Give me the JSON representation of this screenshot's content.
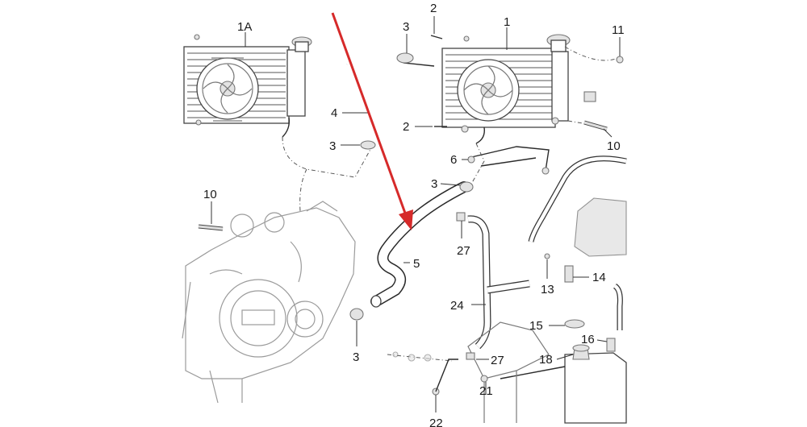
{
  "diagram": {
    "callouts": {
      "c_1A": "1A",
      "c_1": "1",
      "c_2_top": "2",
      "c_2_mid": "2",
      "c_3_top": "3",
      "c_3_left": "3",
      "c_3_mid": "3",
      "c_3_bottom": "3",
      "c_4": "4",
      "c_5": "5",
      "c_6": "6",
      "c_10_left": "10",
      "c_10_right": "10",
      "c_11": "11",
      "c_13": "13",
      "c_14": "14",
      "c_15": "15",
      "c_16": "16",
      "c_18": "18",
      "c_21": "21",
      "c_22": "22",
      "c_24": "24",
      "c_27_top": "27",
      "c_27_bottom": "27"
    },
    "arrow_color": "#d62a2a",
    "line_color": "#6e6e6e"
  }
}
